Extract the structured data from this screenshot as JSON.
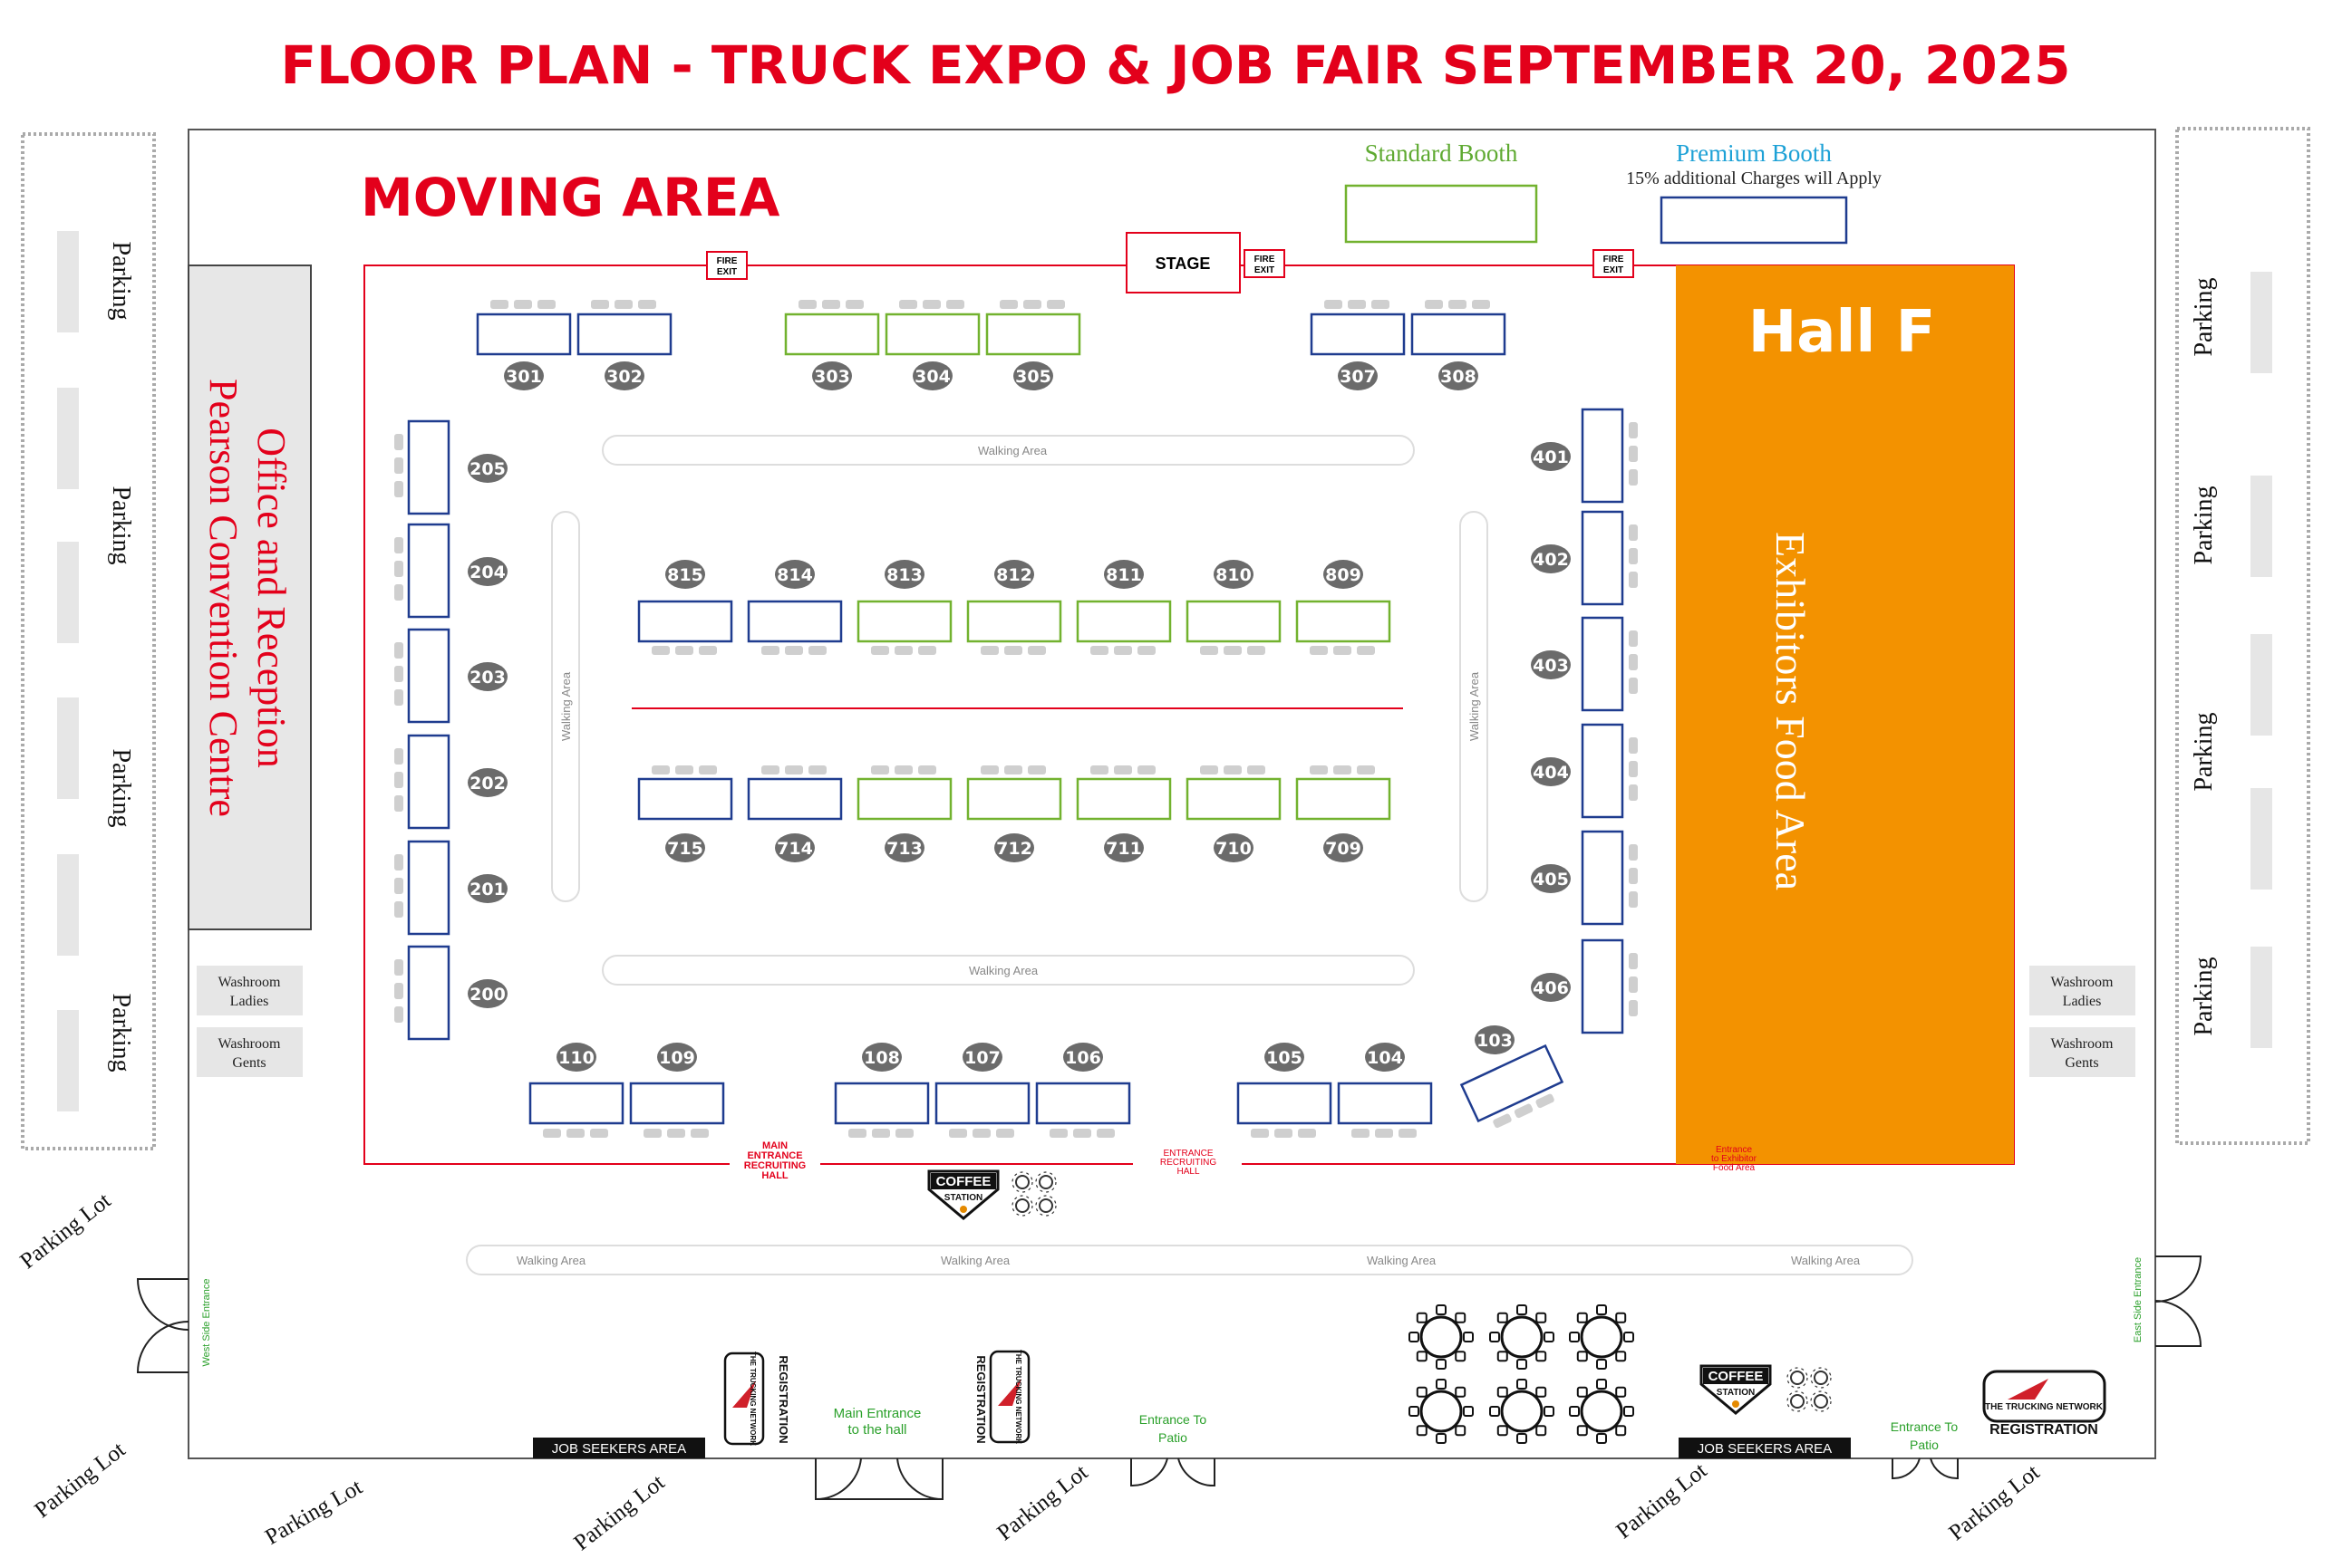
{
  "title": "FLOOR PLAN - TRUCK EXPO & JOB FAIR SEPTEMBER 20, 2025",
  "moving_area": "MOVING AREA",
  "legend": {
    "standard": "Standard Booth",
    "premium": "Premium Booth",
    "premium_note": "15% additional Charges will Apply"
  },
  "office": {
    "line1": "Office and Reception",
    "line2": "Pearson Convention Centre"
  },
  "hall": {
    "name": "Hall F",
    "food": "Exhibitors Food Area"
  },
  "stage": "STAGE",
  "fire_exit": {
    "line1": "FIRE",
    "line2": "EXIT"
  },
  "walking_area": "Walking Area",
  "parking": "Parking",
  "parking_lot": "Parking Lot",
  "washroom": {
    "title": "Washroom",
    "ladies": "Ladies",
    "gents": "Gents"
  },
  "entrances": {
    "main_recruiting": [
      "MAIN",
      "ENTRANCE",
      "RECRUITING",
      "HALL"
    ],
    "recruiting": [
      "ENTRANCE",
      "RECRUITING",
      "HALL"
    ],
    "exhibitor_food": [
      "Entrance",
      "to Exhibitor",
      "Food Area"
    ],
    "main_hall": [
      "Main Entrance",
      "to the hall"
    ],
    "patio": [
      "Entrance To",
      "Patio"
    ],
    "west": "West Side Entrance",
    "east": "East Side Entrance"
  },
  "coffee": {
    "line1": "COFFEE",
    "line2": "STATION"
  },
  "job_seekers": "JOB SEEKERS AREA",
  "registration": "REGISTRATION",
  "trucking_network": "THE TRUCKING NETWORK",
  "colors": {
    "title_red": "#e3001b",
    "premium_blue": "#1f3c8f",
    "standard_green": "#72b22f",
    "badge_gray": "#6b6b6b",
    "hall_orange": "#f39200",
    "premium_label": "#1da1d6",
    "standard_label": "#5faa32"
  },
  "booths": {
    "top": [
      {
        "id": "301",
        "type": "premium"
      },
      {
        "id": "302",
        "type": "premium"
      },
      {
        "id": "303",
        "type": "standard"
      },
      {
        "id": "304",
        "type": "standard"
      },
      {
        "id": "305",
        "type": "standard"
      },
      {
        "id": "307",
        "type": "premium"
      },
      {
        "id": "308",
        "type": "premium"
      }
    ],
    "left": [
      {
        "id": "205",
        "type": "premium"
      },
      {
        "id": "204",
        "type": "premium"
      },
      {
        "id": "203",
        "type": "premium"
      },
      {
        "id": "202",
        "type": "premium"
      },
      {
        "id": "201",
        "type": "premium"
      },
      {
        "id": "200",
        "type": "premium"
      }
    ],
    "right": [
      {
        "id": "401",
        "type": "premium"
      },
      {
        "id": "402",
        "type": "premium"
      },
      {
        "id": "403",
        "type": "premium"
      },
      {
        "id": "404",
        "type": "premium"
      },
      {
        "id": "405",
        "type": "premium"
      },
      {
        "id": "406",
        "type": "premium"
      }
    ],
    "center_upper": [
      {
        "id": "815",
        "type": "premium"
      },
      {
        "id": "814",
        "type": "premium"
      },
      {
        "id": "813",
        "type": "standard"
      },
      {
        "id": "812",
        "type": "standard"
      },
      {
        "id": "811",
        "type": "standard"
      },
      {
        "id": "810",
        "type": "standard"
      },
      {
        "id": "809",
        "type": "standard"
      }
    ],
    "center_lower": [
      {
        "id": "715",
        "type": "premium"
      },
      {
        "id": "714",
        "type": "premium"
      },
      {
        "id": "713",
        "type": "standard"
      },
      {
        "id": "712",
        "type": "standard"
      },
      {
        "id": "711",
        "type": "standard"
      },
      {
        "id": "710",
        "type": "standard"
      },
      {
        "id": "709",
        "type": "standard"
      }
    ],
    "bottom": [
      {
        "id": "110",
        "type": "premium"
      },
      {
        "id": "109",
        "type": "premium"
      },
      {
        "id": "108",
        "type": "premium"
      },
      {
        "id": "107",
        "type": "premium"
      },
      {
        "id": "106",
        "type": "premium"
      },
      {
        "id": "105",
        "type": "premium"
      },
      {
        "id": "104",
        "type": "premium"
      }
    ],
    "angled": {
      "id": "103",
      "type": "premium"
    }
  }
}
